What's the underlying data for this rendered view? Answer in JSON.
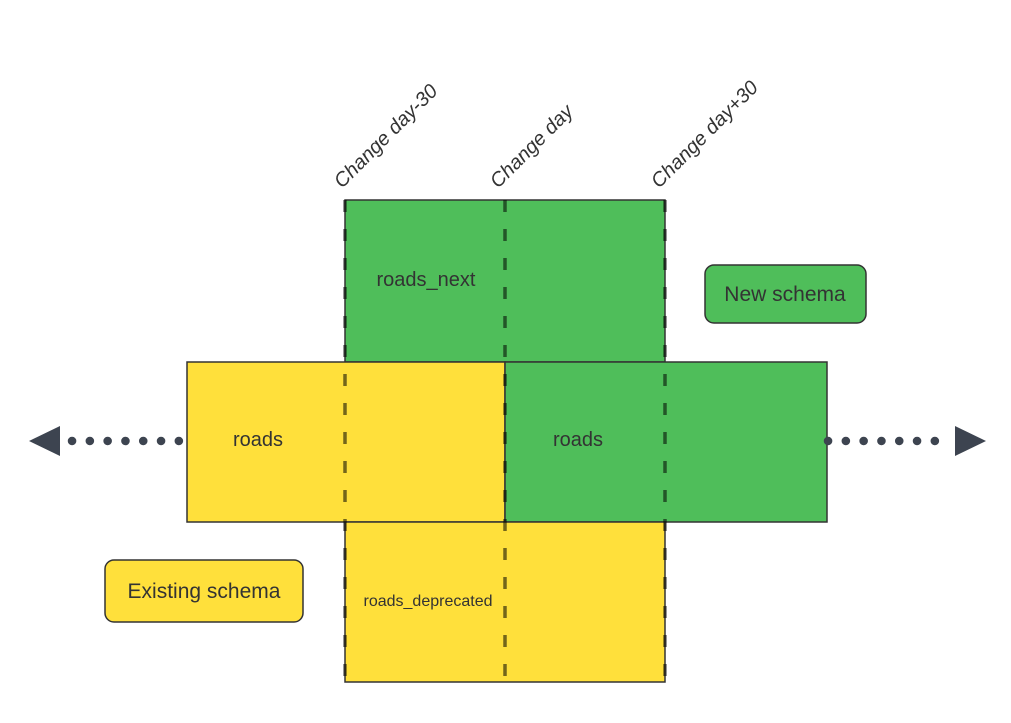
{
  "colors": {
    "green": "#4fbe5a",
    "yellow": "#ffe03b",
    "outline": "#333333",
    "arrow": "#3d4450",
    "dash": "rgba(0,0,0,0.55)",
    "text": "#333333"
  },
  "timeline": {
    "markers": [
      {
        "label": "Change day-30"
      },
      {
        "label": "Change day"
      },
      {
        "label": "Change day+30"
      }
    ]
  },
  "blocks": {
    "roads_next": "roads_next",
    "roads_existing": "roads",
    "roads_new": "roads",
    "roads_deprecated": "roads_deprecated"
  },
  "legend": {
    "new_schema": "New schema",
    "existing_schema": "Existing schema"
  }
}
